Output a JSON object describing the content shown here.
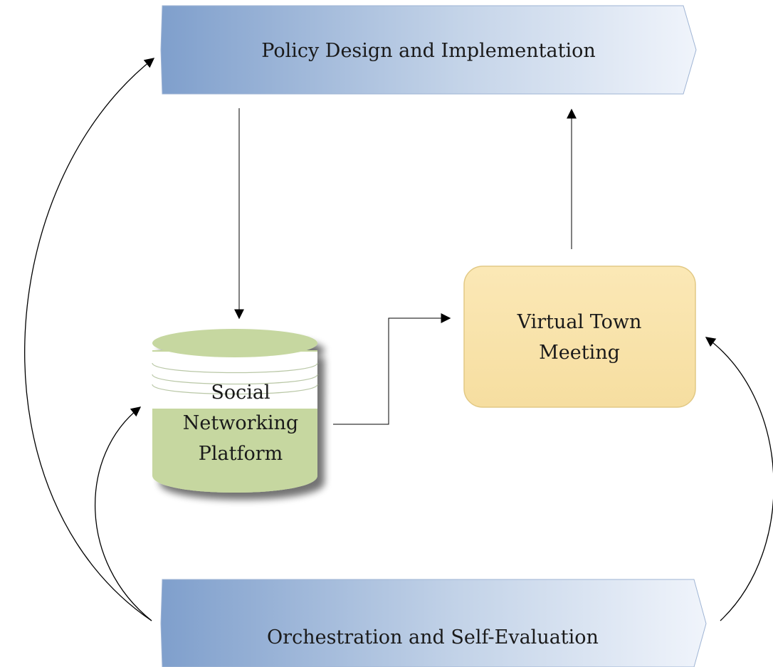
{
  "diagram": {
    "nodes": {
      "policy": {
        "label": "Policy Design and Implementation"
      },
      "social": {
        "label_lines": [
          "Social",
          "Networking",
          "Platform"
        ]
      },
      "town": {
        "label_lines": [
          "Virtual Town",
          "Meeting"
        ]
      },
      "orchestration": {
        "label": "Orchestration and Self-Evaluation"
      }
    },
    "edges": [
      {
        "from": "policy",
        "to": "social"
      },
      {
        "from": "social",
        "to": "town"
      },
      {
        "from": "town",
        "to": "policy"
      },
      {
        "from": "orchestration",
        "to": "policy"
      },
      {
        "from": "orchestration",
        "to": "social"
      },
      {
        "from": "orchestration",
        "to": "town"
      }
    ],
    "colors": {
      "banner_dark": "#7f9fcc",
      "banner_light": "#eef2fa",
      "platform_fill": "#c6d7a0",
      "town_fill": "#f8e2a8",
      "town_border": "#e2c985"
    }
  }
}
